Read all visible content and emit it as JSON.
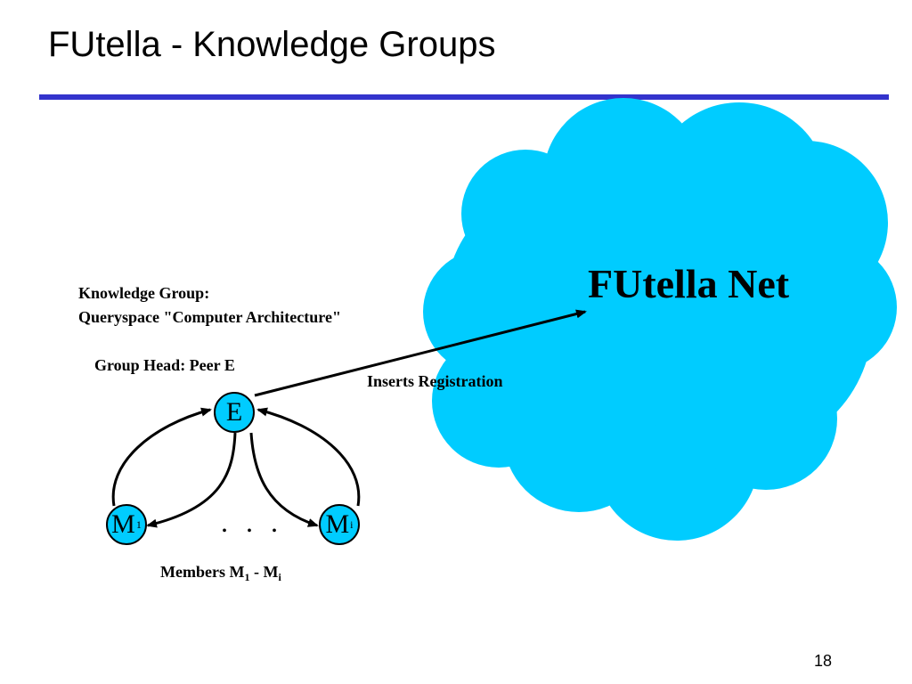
{
  "slide": {
    "title": "FUtella - Knowledge Groups",
    "page_number": "18"
  },
  "colors": {
    "title_rule": "#3333cc",
    "cloud_fill": "#00ccff",
    "node_fill": "#00ccff"
  },
  "cloud": {
    "label": "FUtella Net"
  },
  "knowledge_group": {
    "line1": "Knowledge Group:",
    "line2": "Queryspace \"Computer Architecture\""
  },
  "group_head": {
    "label": "Group Head: Peer E"
  },
  "registration": {
    "label": "Inserts Registration"
  },
  "nodes": {
    "head": "E",
    "member_first_base": "M",
    "member_first_sub": "1",
    "member_last_base": "M",
    "member_last_sub": "i",
    "ellipsis": ". . ."
  },
  "members_caption": {
    "prefix": "Members M",
    "sub1": "1",
    "middle": " - M",
    "sub2": "i"
  }
}
